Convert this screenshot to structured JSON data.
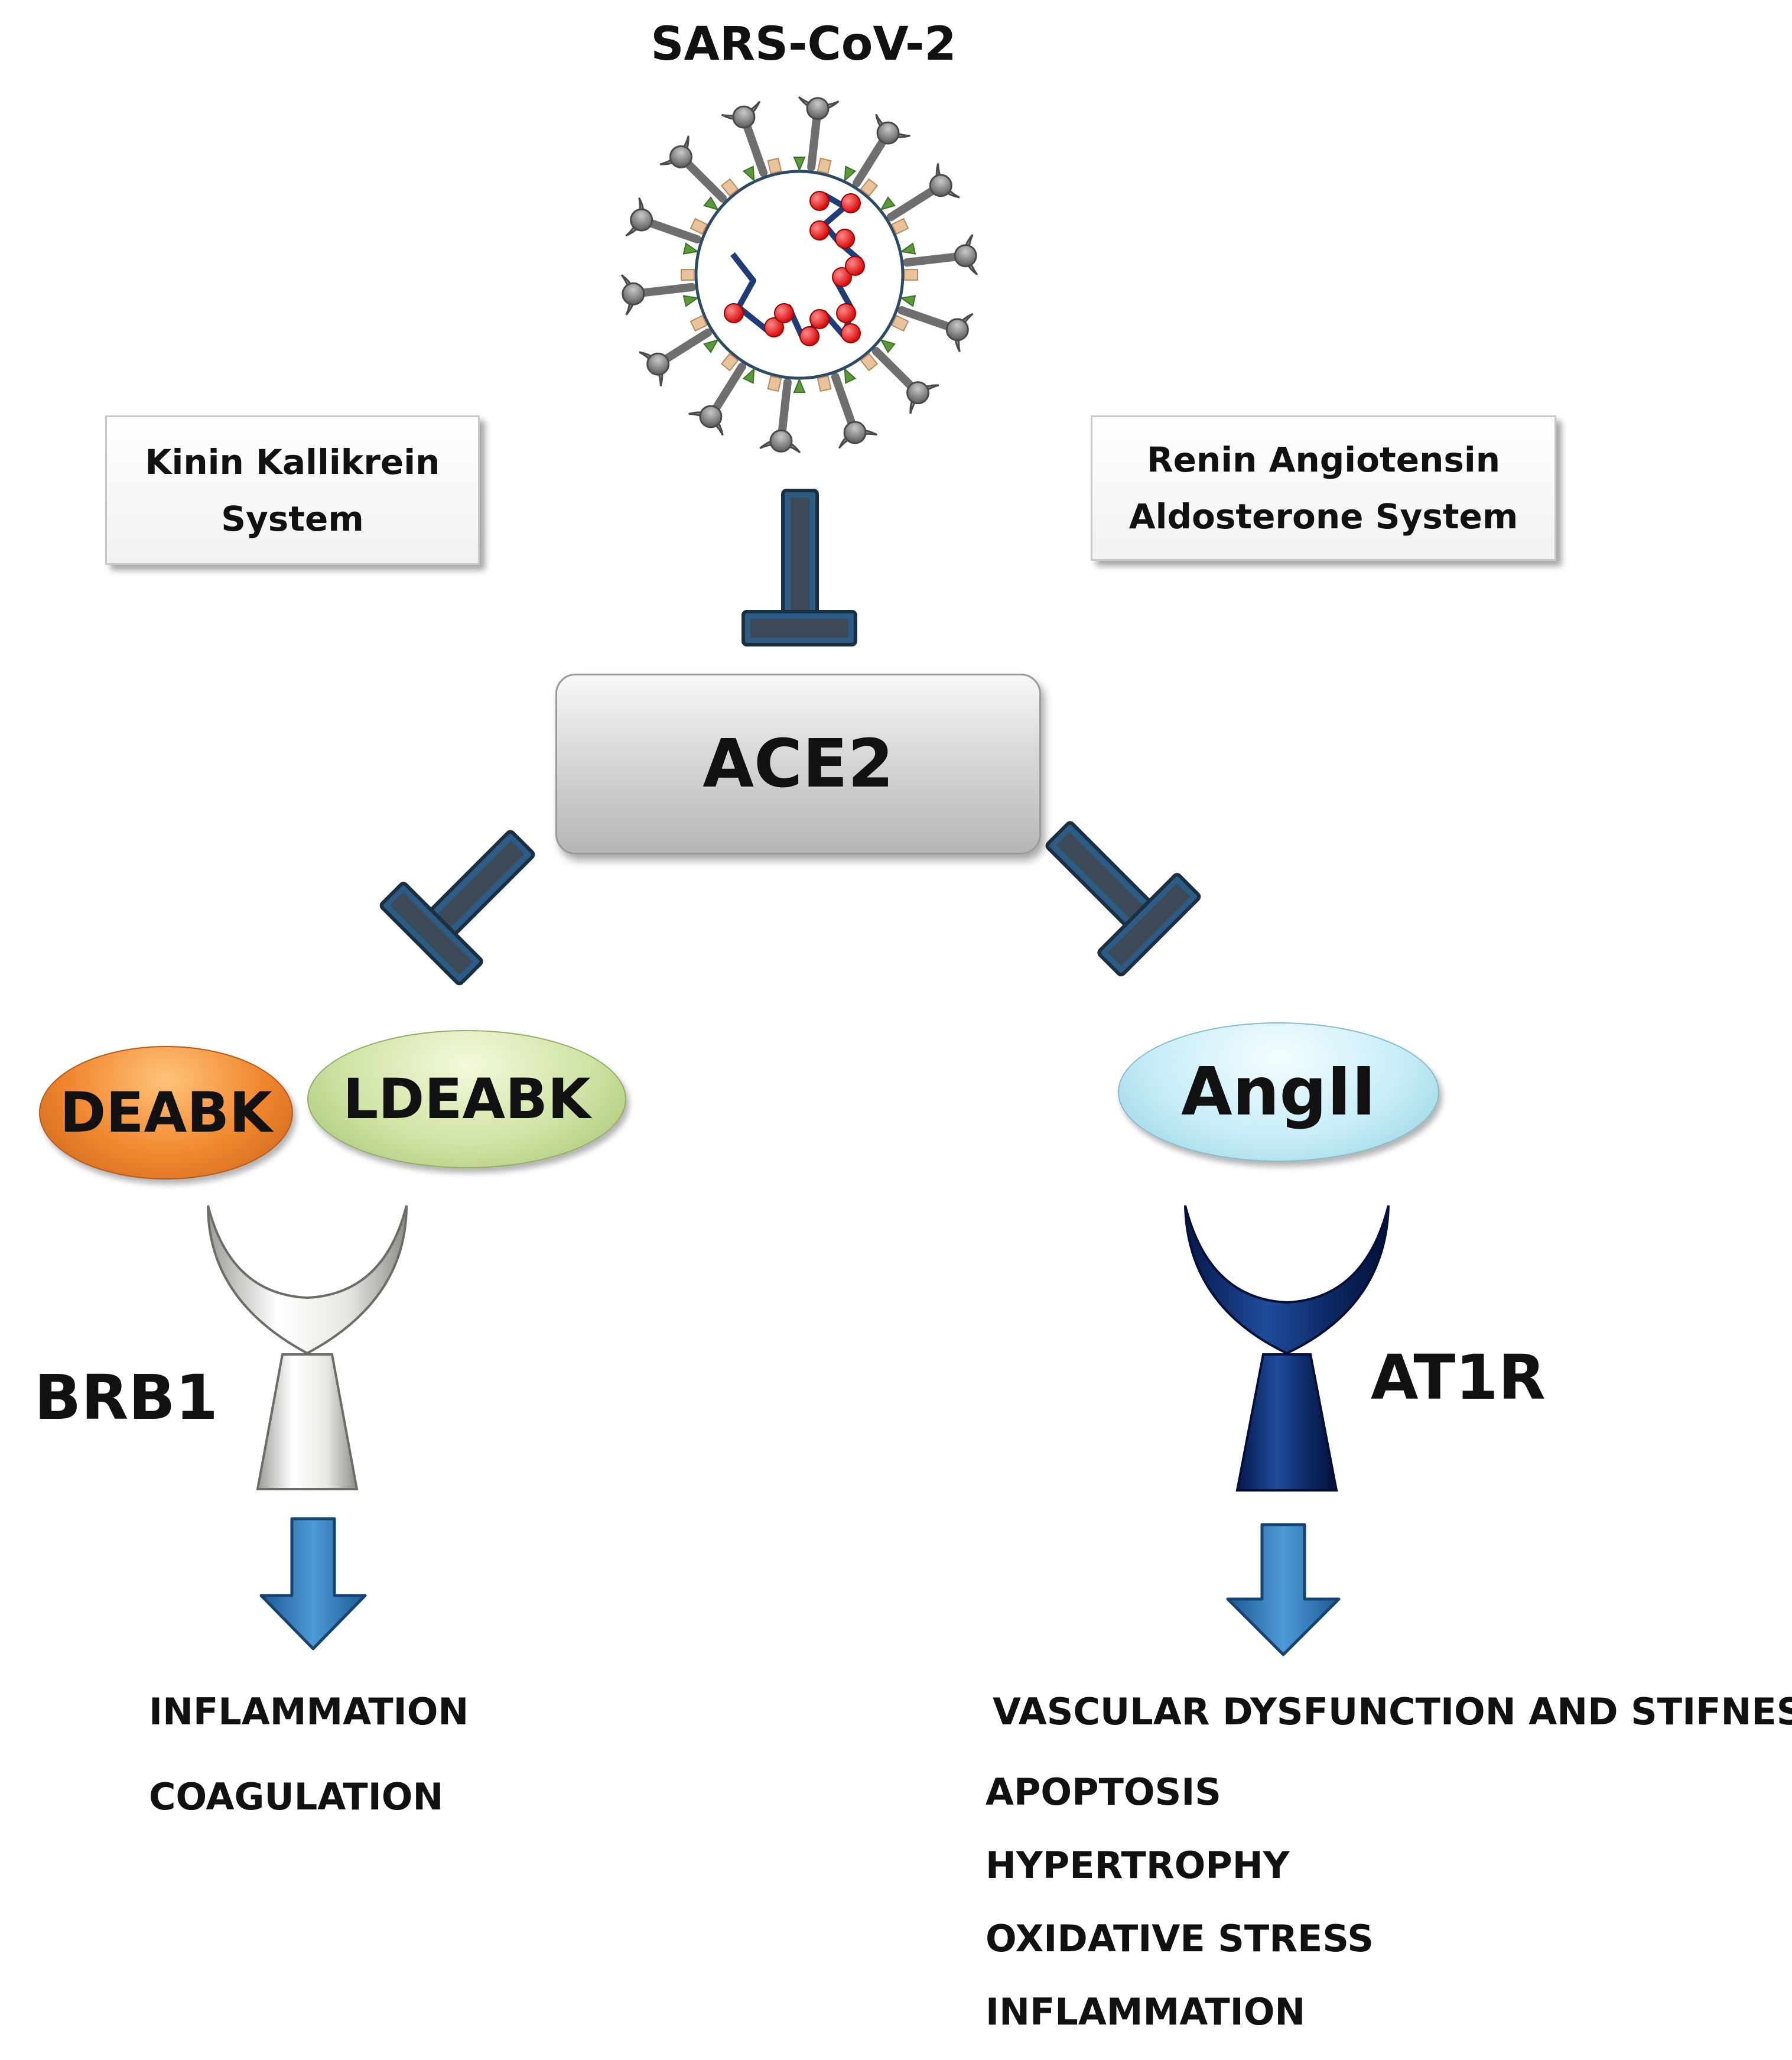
{
  "title": "SARS-CoV-2",
  "kinin_box": {
    "line1": "Kinin Kallikrein",
    "line2": "System"
  },
  "raas_box": {
    "line1": "Renin Angiotensin",
    "line2": "Aldosterone System"
  },
  "ace2": "ACE2",
  "ligands": {
    "deabk": "DEABK",
    "ldeabk": "LDEABK",
    "angii": "AngII"
  },
  "receptors": {
    "left": "BRB1",
    "right": "AT1R"
  },
  "left_effects": [
    "INFLAMMATION",
    "COAGULATION"
  ],
  "right_effects": [
    "VASCULAR DYSFUNCTION AND STIFNESS",
    "APOPTOSIS",
    "HYPERTROPHY",
    "OXIDATIVE STRESS",
    "INFLAMMATION"
  ],
  "colors": {
    "inhibitor": "#203a4c",
    "arrow": "#2e75b6",
    "brb1_receptor": "#e6e6e0",
    "at1r_receptor": "#0d2a66"
  }
}
